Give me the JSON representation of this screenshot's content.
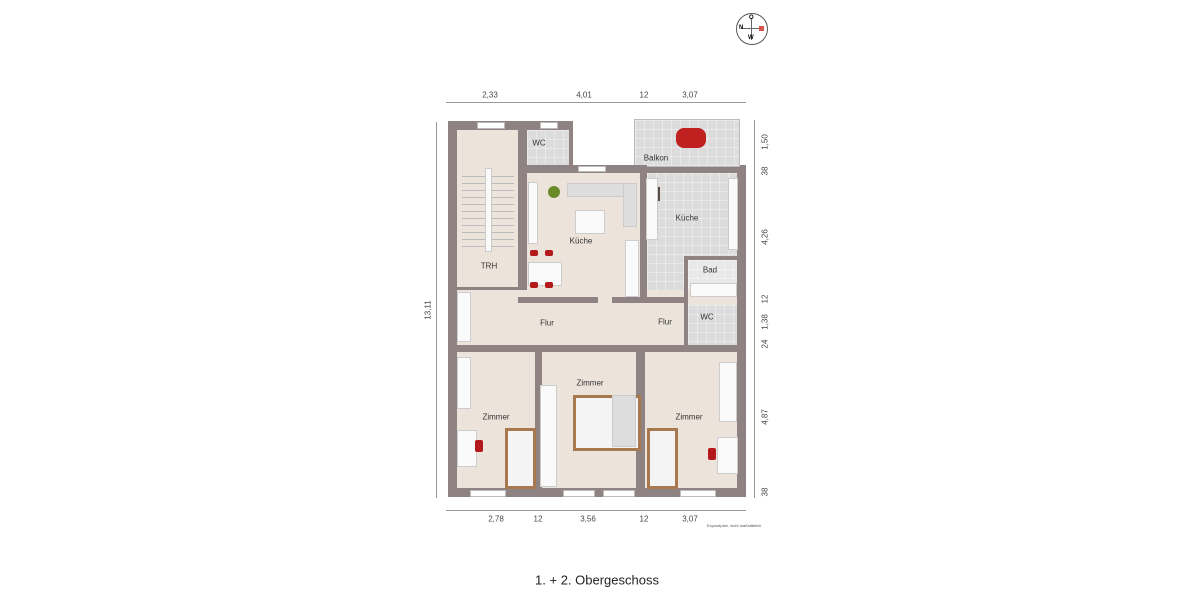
{
  "plan": {
    "title": "1. + 2. Obergeschoss",
    "note": "Exposéplan, nicht maßstäblich",
    "rooms": {
      "trh": "TRH",
      "wc_top": "WC",
      "balkon": "Balkon",
      "kueche_left": "Küche",
      "kueche_right": "Küche",
      "bad": "Bad",
      "flur_left": "Flur",
      "flur_right": "Flur",
      "wc_right": "WC",
      "zimmer_left": "Zimmer",
      "zimmer_mid": "Zimmer",
      "zimmer_right": "Zimmer"
    },
    "dims_top": [
      "2,33",
      "4,01",
      "12",
      "3,07"
    ],
    "dims_bottom": [
      "2,78",
      "12",
      "3,56",
      "12",
      "3,07"
    ],
    "dims_right": [
      "1,50",
      "38",
      "4,26",
      "12",
      "1,38",
      "24",
      "4,87",
      "38"
    ],
    "dim_left": "13,11",
    "compass": {
      "top": "O",
      "left": "N",
      "bottom": "W",
      "accent": "#d9534f"
    },
    "colors": {
      "wall": "#8e8282",
      "floor": "#ece4da",
      "accent": "#b3191b"
    }
  }
}
